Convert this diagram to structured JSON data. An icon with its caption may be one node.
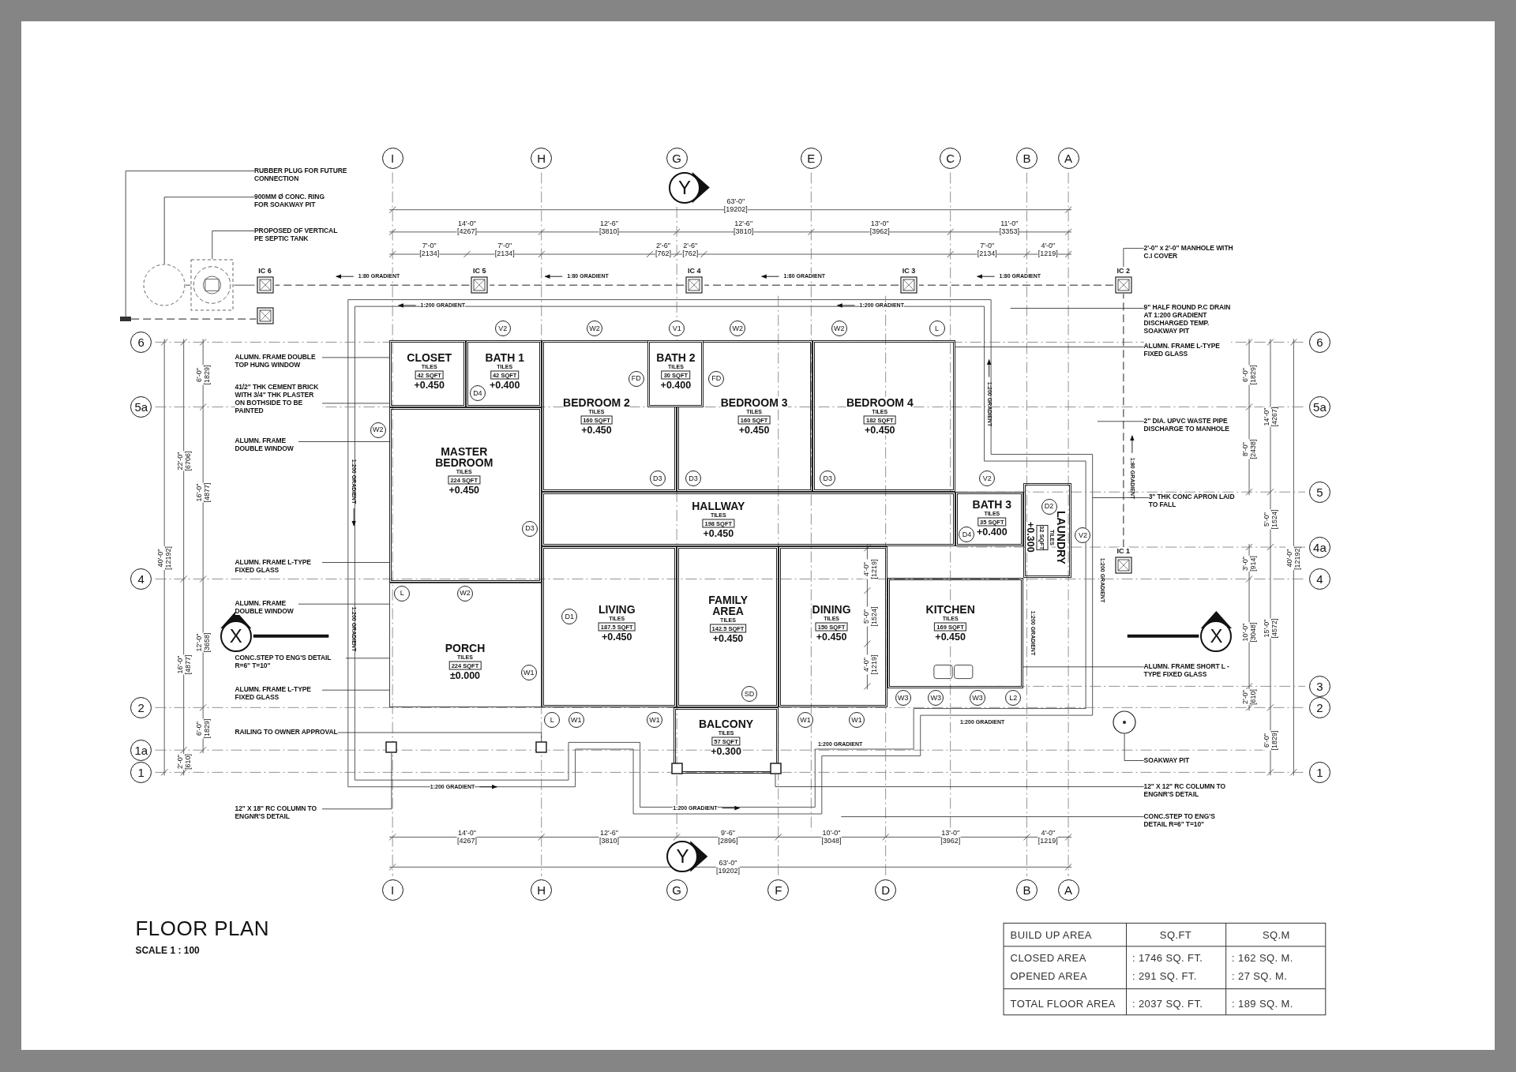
{
  "diagram": {
    "title": "FLOOR PLAN",
    "nodes": [
      {
        "text": [
          "I"
        ]
      },
      {
        "text": [
          "H"
        ]
      },
      {
        "text": [
          "G"
        ]
      },
      {
        "text": [
          "E"
        ]
      },
      {
        "text": [
          "C"
        ]
      },
      {
        "text": [
          "B"
        ]
      },
      {
        "text": [
          "A"
        ]
      },
      {
        "text": [
          "Y"
        ]
      },
      {
        "text": [
          "RUBBER PLUG FOR FUTURE CONNECTION"
        ]
      },
      {
        "text": [
          "900MM Ø CONC. RING FOR SOAKWAY PIT"
        ]
      },
      {
        "text": [
          "PROPOSED OF VERTICAL PE SEPTIC TANK"
        ]
      },
      {
        "text": [
          "IC 6"
        ]
      },
      {
        "text": [
          "IC 5"
        ]
      },
      {
        "text": [
          "IC 4"
        ]
      },
      {
        "text": [
          "IC 3"
        ]
      },
      {
        "text": [
          "IC 2"
        ]
      },
      {
        "text": [
          "2'-0\" x 2'-0\" MANHOLE WITH C.I COVER"
        ]
      },
      {
        "text": [],
        "shape": "box"
      },
      {
        "text": [
          "9\" HALF ROUND P.C DRAIN AT 1:200 GRADIENT DISCHARGED TEMP. SOAKWAY PIT"
        ]
      },
      {
        "text": [
          "6"
        ]
      },
      {
        "text": [
          "6"
        ]
      },
      {
        "text": [
          "ALUMN. FRAME L-TYPE FIXED GLASS"
        ]
      },
      {
        "text": [
          "ALUMN. FRAME DOUBLE TOP HUNG WINDOW"
        ]
      },
      {
        "text": [
          "CLOSET",
          "TILES",
          "42 SQFT",
          "+0.450"
        ]
      },
      {
        "text": [
          "BATH 1",
          "TILES",
          "42 SQFT",
          "+0.400"
        ]
      },
      {
        "text": [
          "BATH 2",
          "TILES",
          "30 SQFT",
          "+0.400"
        ]
      },
      {
        "text": [
          "BEDROOM 2",
          "TILES",
          "160 SQFT",
          "+0.450"
        ]
      },
      {
        "text": [
          "BEDROOM 3",
          "TILES",
          "160 SQFT",
          "+0.450"
        ]
      },
      {
        "text": [
          "BEDROOM 4",
          "TILES",
          "182 SQFT",
          "+0.450"
        ]
      },
      {
        "text": [
          "5a"
        ]
      },
      {
        "text": [
          "5a"
        ]
      },
      {
        "text": [
          "41/2\" THK CEMENT BRICK WITH 3/4\" THK PLASTER ON BOTHSIDE TO BE PAINTED"
        ]
      },
      {
        "text": [
          "ALUMN. FRAME DOUBLE WINDOW"
        ]
      },
      {
        "text": [
          "MASTER BEDROOM",
          "TILES",
          "224 SQFT",
          "+0.450"
        ]
      },
      {
        "text": [
          "2\" DIA. UPVC WASTE PIPE DISCHARGE TO MANHOLE"
        ]
      },
      {
        "text": [
          "HALLWAY",
          "TILES",
          "198 SQFT",
          "+0.450"
        ]
      },
      {
        "text": [
          "5"
        ]
      },
      {
        "text": [
          "3\" THK CONC APRON LAID TO FALL"
        ]
      },
      {
        "text": [
          "BATH 3",
          "TILES",
          "35 SQFT",
          "+0.400"
        ]
      },
      {
        "text": [
          "LAUNDRY",
          "TILES",
          "32 SQFT",
          "+0.300"
        ]
      },
      {
        "text": [
          "4a"
        ]
      },
      {
        "text": [
          "IC 1"
        ]
      },
      {
        "text": [
          "ALUMN. FRAME L-TYPE FIXED GLASS"
        ]
      },
      {
        "text": [
          "4"
        ]
      },
      {
        "text": [
          "4"
        ]
      },
      {
        "text": [
          "ALUMN. FRAME DOUBLE WINDOW"
        ]
      },
      {
        "text": [
          "LIVING",
          "TILES",
          "187.5 SQFT",
          "+0.450"
        ]
      },
      {
        "text": [
          "FAMILY AREA",
          "TILES",
          "142.5 SQFT",
          "+0.450"
        ]
      },
      {
        "text": [
          "DINING",
          "TILES",
          "150 SQFT",
          "+0.450"
        ]
      },
      {
        "text": [
          "KITCHEN",
          "TILES",
          "169 SQFT",
          "+0.450"
        ]
      },
      {
        "text": [
          "X"
        ]
      },
      {
        "text": [
          "X"
        ]
      },
      {
        "text": [
          "CONC.STEP TO ENG'S DETAIL R=6\" T=10\""
        ]
      },
      {
        "text": [
          "PORCH",
          "TILES",
          "224 SQFT",
          "±0.000"
        ]
      },
      {
        "text": [
          "ALUMN. FRAME SHORT L - TYPE FIXED GLASS"
        ]
      },
      {
        "text": [
          "3"
        ]
      },
      {
        "text": [
          "ALUMN. FRAME L-TYPE FIXED GLASS"
        ]
      },
      {
        "text": [
          "2"
        ]
      },
      {
        "text": [
          "2"
        ]
      },
      {
        "text": [
          "RAILING TO OWNER APPROVAL"
        ]
      },
      {
        "text": [
          "BALCONY",
          "TILES",
          "57 SQFT",
          "+0.300"
        ]
      },
      {
        "text": [],
        "shape": "circle"
      },
      {
        "text": [
          "1a"
        ]
      },
      {
        "text": [
          "SOAKWAY PIT"
        ]
      },
      {
        "text": [
          "1"
        ]
      },
      {
        "text": [
          "1"
        ]
      },
      {
        "text": [
          "12\" X 12\" RC COLUMN TO ENGNR'S DETAIL"
        ]
      },
      {
        "text": [
          "12\" X 18\" RC COLUMN TO ENGNR'S DETAIL"
        ]
      },
      {
        "text": [
          "CONC.STEP TO ENG'S DETAIL R=6\" T=10\""
        ]
      },
      {
        "text": [
          "Y"
        ]
      },
      {
        "text": [
          "I"
        ]
      },
      {
        "text": [
          "H"
        ]
      },
      {
        "text": [
          "G"
        ]
      },
      {
        "text": [
          "F"
        ]
      },
      {
        "text": [
          "D"
        ]
      },
      {
        "text": [
          "B"
        ]
      },
      {
        "text": [
          "A"
        ]
      },
      {
        "text": [
          "V2"
        ]
      },
      {
        "text": [
          "W2"
        ]
      },
      {
        "text": [
          "V1"
        ]
      },
      {
        "text": [
          "W2"
        ]
      },
      {
        "text": [
          "W2"
        ]
      },
      {
        "text": [
          "L"
        ]
      },
      {
        "text": [
          "FD"
        ],
        "in": 26
      },
      {
        "text": [
          "FD"
        ],
        "in": 27
      },
      {
        "text": [
          "D4"
        ],
        "in": 24
      },
      {
        "text": [
          "W2"
        ]
      },
      {
        "text": [
          "D3"
        ],
        "in": 26
      },
      {
        "text": [
          "D3"
        ],
        "in": 27
      },
      {
        "text": [
          "D3"
        ],
        "in": 28
      },
      {
        "text": [
          "V2"
        ]
      },
      {
        "text": [
          "D2"
        ],
        "in": 39
      },
      {
        "text": [
          "D3"
        ],
        "in": 33
      },
      {
        "text": [
          "D4"
        ],
        "in": 38
      },
      {
        "text": [
          "V2"
        ]
      },
      {
        "text": [
          "L"
        ],
        "in": 53
      },
      {
        "text": [
          "W2"
        ],
        "in": 53
      },
      {
        "text": [
          "D1"
        ],
        "in": 46
      },
      {
        "text": [
          "W1"
        ],
        "in": 53
      },
      {
        "text": [
          "SD"
        ],
        "in": 47
      },
      {
        "text": [
          "W3"
        ]
      },
      {
        "text": [
          "W3"
        ]
      },
      {
        "text": [
          "W3"
        ]
      },
      {
        "text": [
          "L2"
        ]
      },
      {
        "text": [
          "L"
        ]
      },
      {
        "text": [
          "W1"
        ]
      },
      {
        "text": [
          "W1"
        ]
      },
      {
        "text": [
          "W1"
        ]
      },
      {
        "text": [
          "W1"
        ]
      },
      {
        "text": [],
        "shape": "bar"
      },
      {
        "text": [],
        "shape": "circle"
      },
      {
        "text": [],
        "shape": "box"
      },
      {
        "text": [],
        "shape": "box"
      },
      {
        "text": [],
        "shape": "box"
      },
      {
        "text": [],
        "shape": "box"
      },
      {
        "text": [],
        "shape": "box"
      }
    ],
    "edges": [
      {
        "from": 8,
        "to": 109,
        "arrow": "none"
      },
      {
        "from": 9,
        "to": 110,
        "arrow": "none"
      },
      {
        "from": 10,
        "to": 111,
        "arrow": "none"
      },
      {
        "from": 15,
        "to": 14,
        "arrow": "none",
        "style": "dashed"
      },
      {
        "from": 14,
        "to": 13,
        "arrow": "none",
        "style": "dashed"
      },
      {
        "from": 13,
        "to": 12,
        "arrow": "none",
        "style": "dashed"
      },
      {
        "from": 12,
        "to": 11,
        "arrow": "none",
        "style": "dashed"
      },
      {
        "from": 16,
        "to": 15,
        "arrow": "none"
      },
      {
        "from": 18,
        "to": null,
        "arrow": "none"
      },
      {
        "from": 21,
        "to": 28,
        "arrow": "none"
      },
      {
        "from": 22,
        "to": 23,
        "arrow": "none"
      },
      {
        "from": 31,
        "to": 23,
        "arrow": "none"
      },
      {
        "from": 32,
        "to": 33,
        "arrow": "none"
      },
      {
        "from": 34,
        "to": null,
        "arrow": "none"
      },
      {
        "from": 37,
        "to": null,
        "arrow": "none"
      },
      {
        "from": 41,
        "to": 15,
        "arrow": "none",
        "style": "dashed"
      },
      {
        "from": 42,
        "to": 33,
        "arrow": "none"
      },
      {
        "from": 45,
        "to": 53,
        "arrow": "none"
      },
      {
        "from": 52,
        "to": 53,
        "arrow": "none"
      },
      {
        "from": 54,
        "to": 49,
        "arrow": "none"
      },
      {
        "from": 56,
        "to": 53,
        "arrow": "none"
      },
      {
        "from": 59,
        "to": 113,
        "arrow": "none"
      },
      {
        "from": 63,
        "to": 61,
        "arrow": "none"
      },
      {
        "from": 66,
        "to": 115,
        "arrow": "none"
      },
      {
        "from": 67,
        "to": 112,
        "arrow": "none"
      },
      {
        "from": 68,
        "to": null,
        "arrow": "none"
      },
      {
        "from": 111,
        "to": 11,
        "arrow": "none"
      },
      {
        "from": 110,
        "to": 111,
        "arrow": "none"
      },
      {
        "from": 109,
        "to": 17,
        "arrow": "none",
        "style": "dashed"
      }
    ],
    "labels": [
      "63'-0\" [19202]",
      "14'-0\" [4267]",
      "12'-6\" [3810]",
      "12'-6\" [3810]",
      "13'-0\" [3962]",
      "11'-0\" [3353]",
      "7'-0\" [2134]",
      "7'-0\" [2134]",
      "2'-6\" [762]",
      "2'-6\" [762]",
      "7'-0\" [2134]",
      "4'-0\" [1219]",
      "1:80 GRADIENT",
      "1:80 GRADIENT",
      "1:80 GRADIENT",
      "1:80 GRADIENT",
      "1:200 GRADIENT",
      "1:200 GRADIENT",
      "1:200 GRADIENT",
      "1:200 GRADIENT",
      "1:80 GRADIENT",
      "1:200 GRADIENT",
      "1:200 GRADIENT",
      "1:200 GRADIENT",
      "1:200 GRADIENT",
      "1:200 GRADIENT",
      "1:200 GRADIENT",
      "1:200 GRADIENT",
      "40'-0\" [12192]",
      "22'-0\" [6706]",
      "16'-0\" [4877]",
      "2'-0\" [610]",
      "6'-0\" [1829]",
      "16'-0\" [4877]",
      "12'-0\" [3658]",
      "6'-0\" [1829]",
      "6'-0\" [1829]",
      "14'-0\" [4267]",
      "40'-0\" [12192]",
      "8'-0\" [2438]",
      "5'-0\" [1524]",
      "3'-0\" [914]",
      "10'-0\" [3048]",
      "15'-0\" [4572]",
      "2'-0\" [610]",
      "6'-0\" [1829]",
      "4'-0\" [1219]",
      "5'-0\" [1524]",
      "4'-0\" [1219]",
      "14'-0\" [4267]",
      "12'-6\" [3810]",
      "9'-6\" [2896]",
      "10'-0\" [3048]",
      "13'-0\" [3962]",
      "4'-0\" [1219]",
      "63'-0\" [19202]",
      "SCALE 1 : 100",
      "BUILD UP AREA",
      "SQ.FT",
      "SQ.M",
      "CLOSED AREA",
      ": 1746 SQ. FT.",
      ": 162 SQ. M.",
      "OPENED AREA",
      ": 291 SQ. FT.",
      ": 27 SQ. M.",
      "TOTAL FLOOR AREA",
      ": 2037 SQ. FT.",
      ": 189 SQ. M."
    ]
  }
}
